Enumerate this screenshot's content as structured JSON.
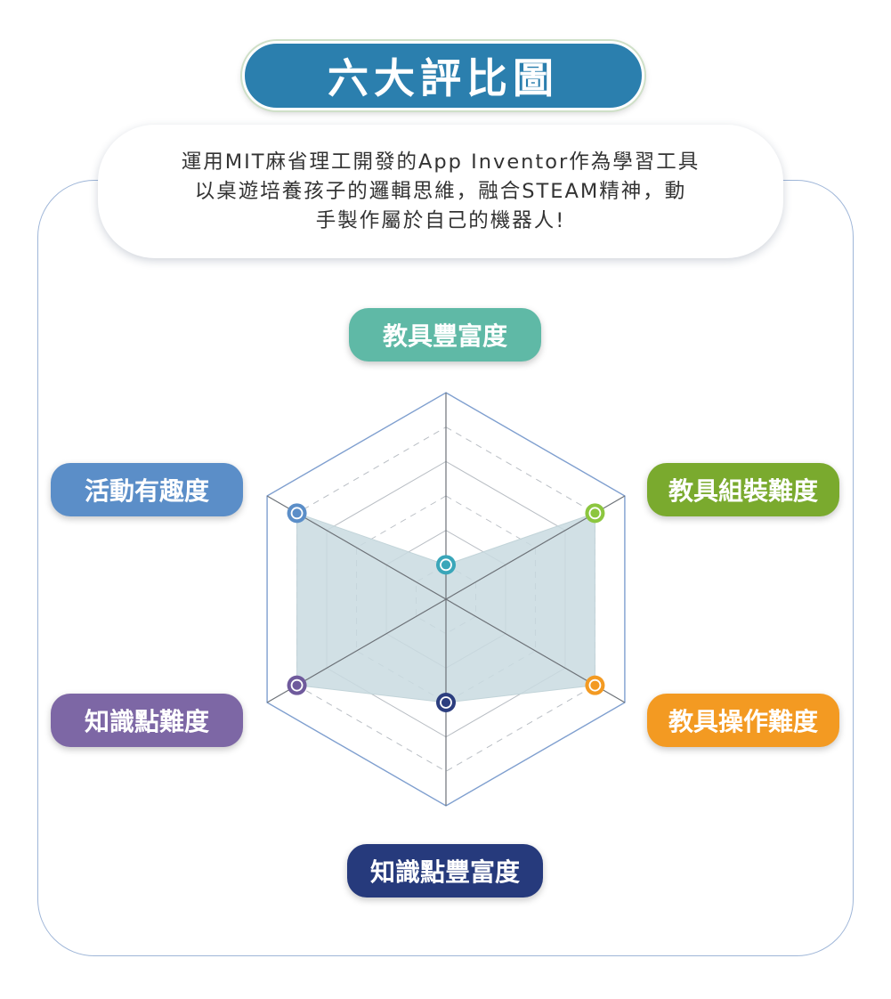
{
  "title": "六大評比圖",
  "description": {
    "line1": "運用MIT麻省理工開發的App Inventor作為學習工具",
    "line2": "以桌遊培養孩子的邏輯思維，融合STEAM精神，動",
    "line3": "手製作屬於自己的機器人!"
  },
  "chart_data": {
    "type": "radar",
    "axes": [
      "教具豐富度",
      "教具組裝難度",
      "教具操作難度",
      "知識點豐富度",
      "知識點難度",
      "活動有趣度"
    ],
    "values": [
      1,
      5,
      5,
      3,
      5,
      5
    ],
    "max": 6,
    "levels": 6,
    "axis_colors": [
      "#5fb9a6",
      "#7aaa2e",
      "#f39a22",
      "#263a7c",
      "#7d67a5",
      "#5b8ec8"
    ],
    "marker_colors": [
      "#3aa6b9",
      "#8cc63f",
      "#f39a22",
      "#2c3e7f",
      "#6f5a9c",
      "#5b8ec8"
    ],
    "fill_color": "#c9dbe0"
  }
}
